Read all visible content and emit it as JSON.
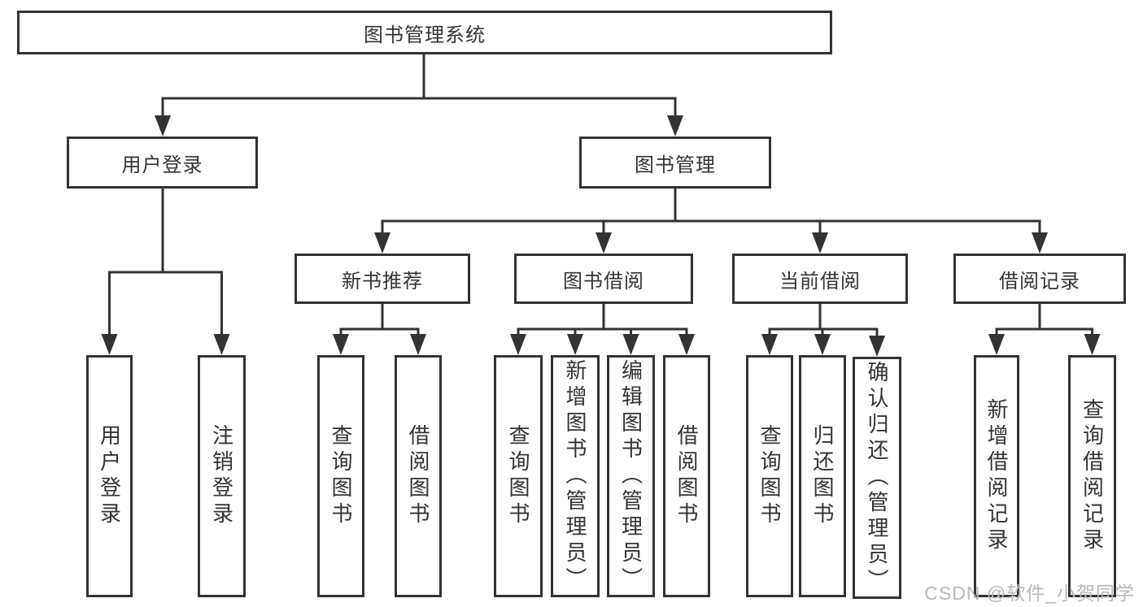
{
  "nodes": {
    "root": {
      "label": "图书管理系统"
    },
    "level2": [
      {
        "label": "用户登录"
      },
      {
        "label": "图书管理"
      }
    ],
    "level3": [
      {
        "label": "新书推荐"
      },
      {
        "label": "图书借阅"
      },
      {
        "label": "当前借阅"
      },
      {
        "label": "借阅记录"
      }
    ],
    "leaves_user_login": [
      {
        "label": "用户登录"
      },
      {
        "label": "注销登录"
      }
    ],
    "leaves_new_book": [
      {
        "label": "查询图书"
      },
      {
        "label": "借阅图书"
      }
    ],
    "leaves_book_borrow": [
      {
        "label": "查询图书"
      },
      {
        "label": "新增图书（管理员）"
      },
      {
        "label": "编辑图书（管理员）"
      },
      {
        "label": "借阅图书"
      }
    ],
    "leaves_current_borrow": [
      {
        "label": "查询图书"
      },
      {
        "label": "归还图书"
      },
      {
        "label": "确认归还（管理员）"
      }
    ],
    "leaves_borrow_record": [
      {
        "label": "新增借阅记录"
      },
      {
        "label": "查询借阅记录"
      }
    ]
  },
  "watermark": {
    "text": "CSDN @软件_小贺同学"
  },
  "colors": {
    "line": "#333333",
    "box_border": "#333333",
    "text": "#333333",
    "watermark": "#b9b9b9",
    "background": "#ffffff"
  }
}
